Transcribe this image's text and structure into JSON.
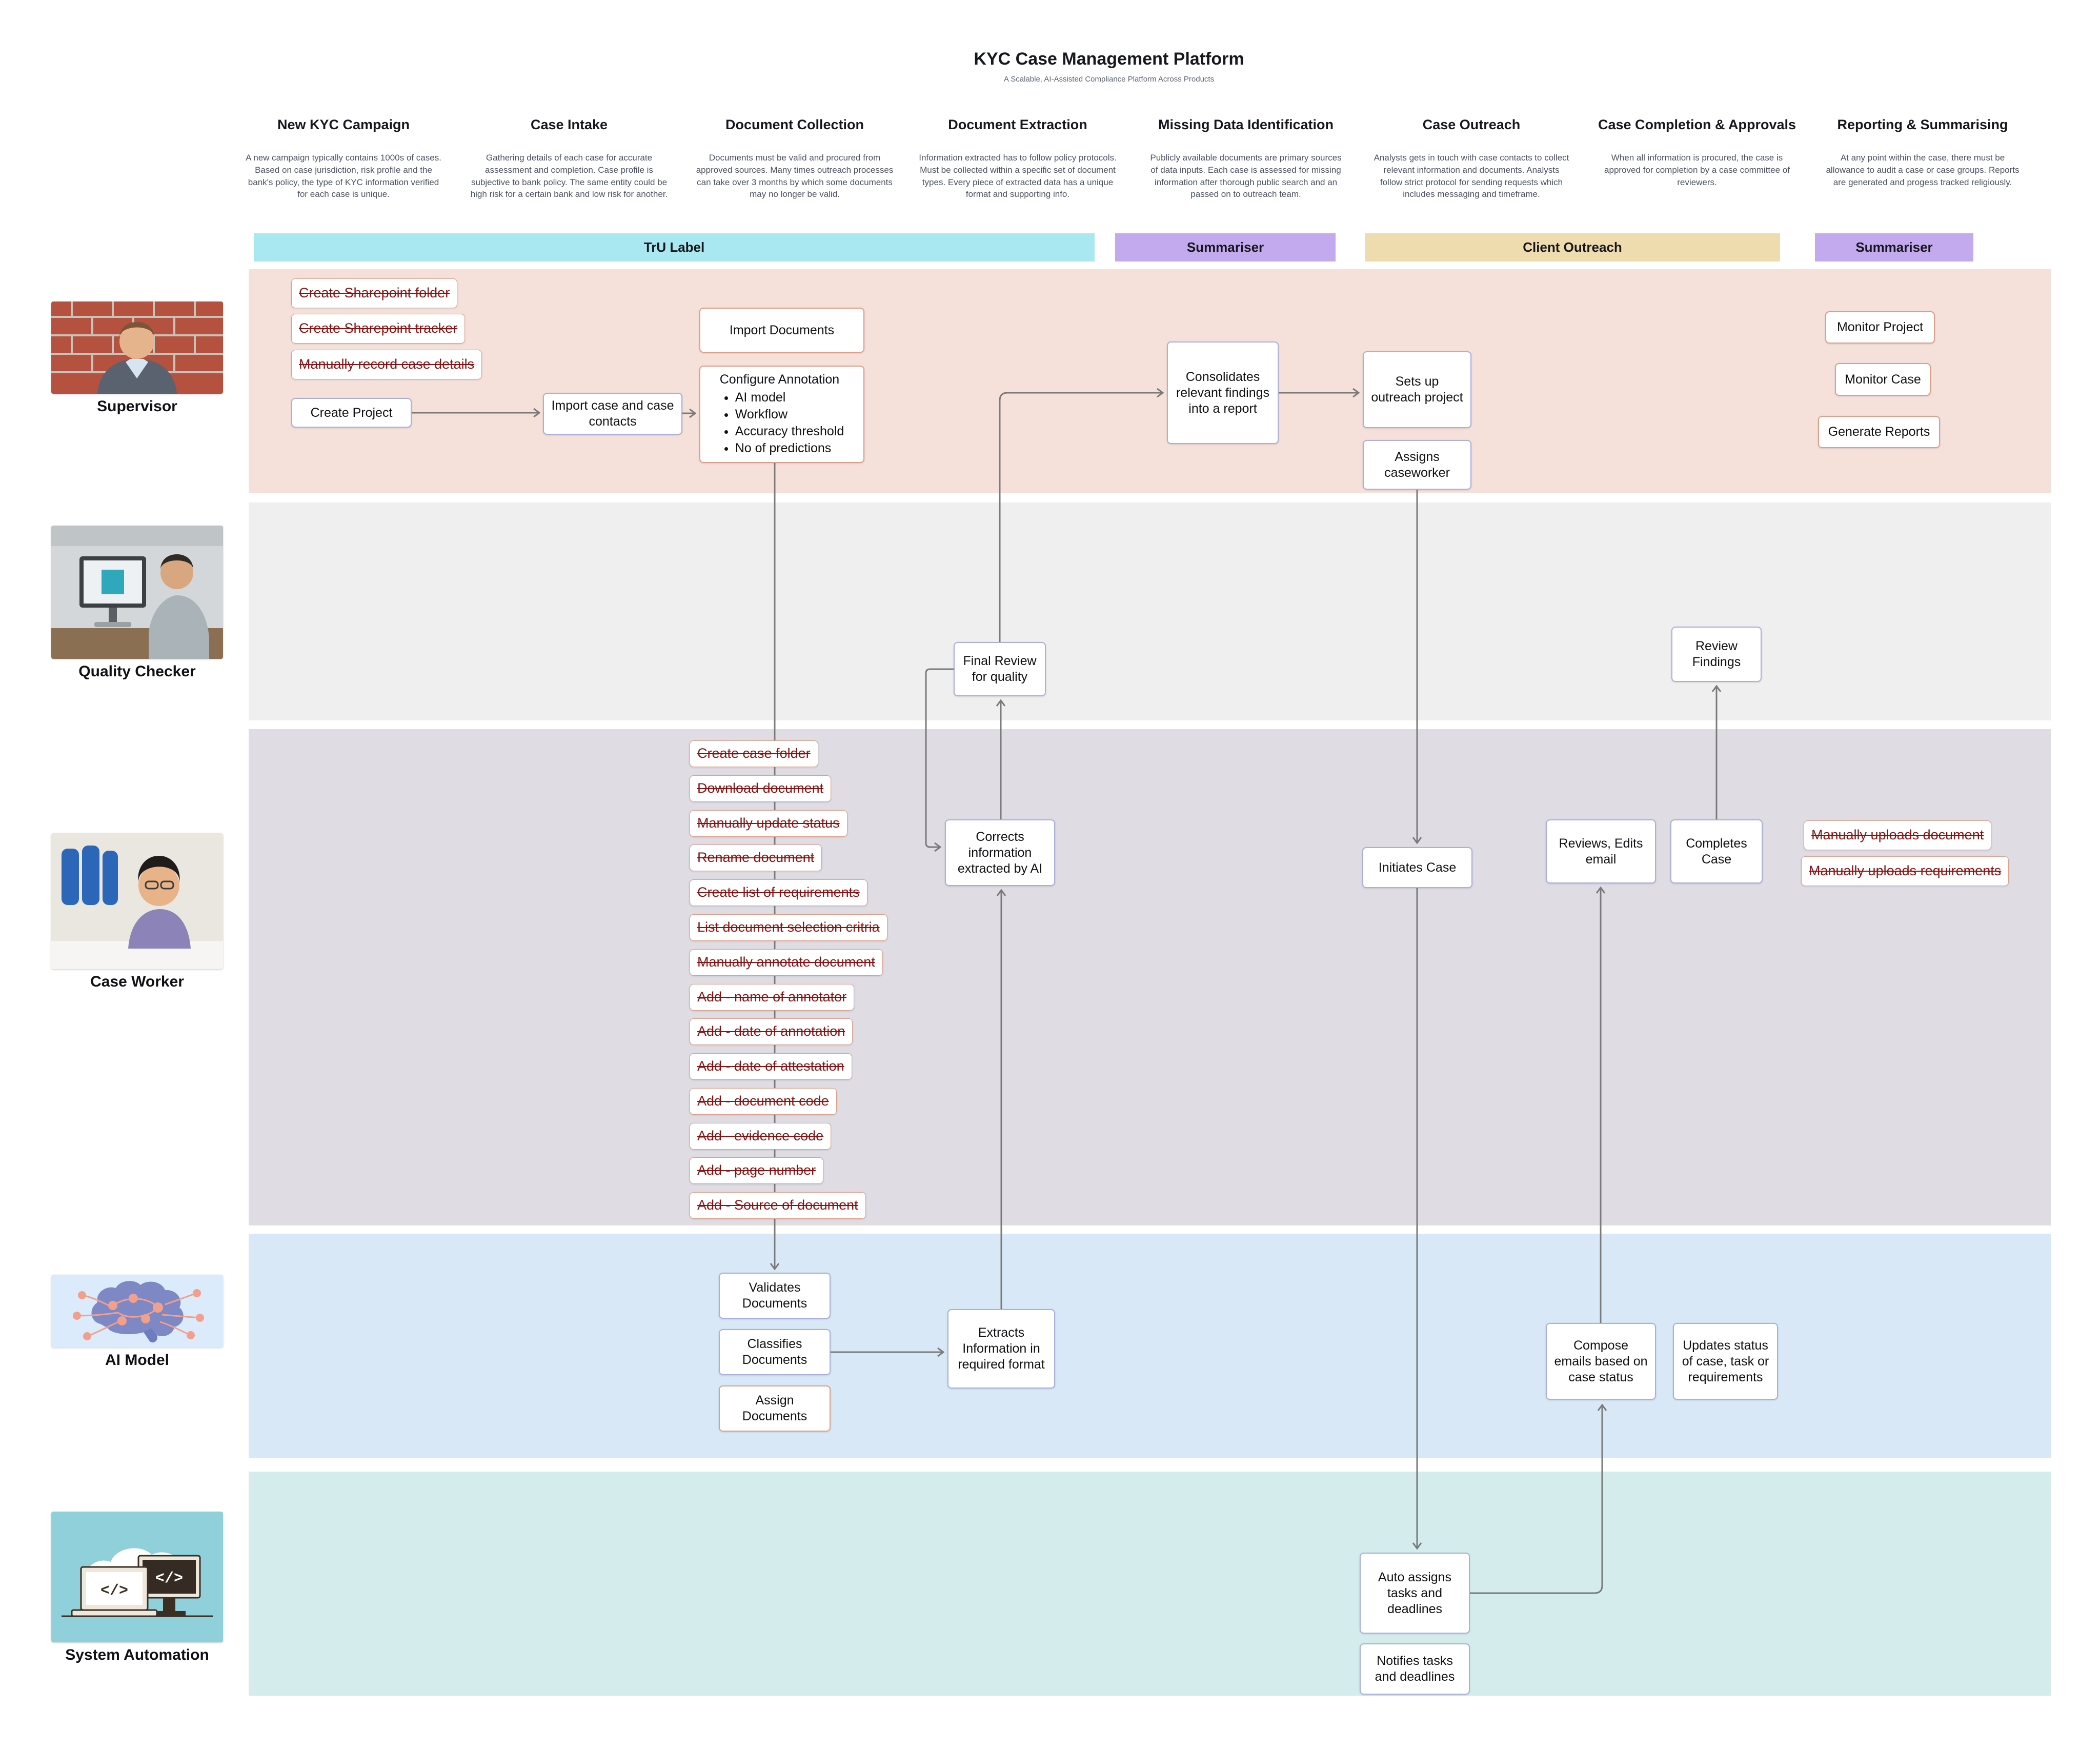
{
  "header": {
    "title": "KYC Case Management Platform",
    "subtitle": "A Scalable, AI-Assisted Compliance Platform Across Products"
  },
  "phases": [
    {
      "name": "New KYC Campaign",
      "description": "A new campaign typically contains 1000s of cases. Based on case jurisdiction, risk profile and the bank's policy, the type of KYC information verified for each case is unique."
    },
    {
      "name": "Case Intake",
      "description": "Gathering details of each case for accurate assessment and completion. Case profile is subjective to bank policy. The same entity could be high risk for a certain bank and low risk for another."
    },
    {
      "name": "Document Collection",
      "description": "Documents must be valid and procured from approved sources. Many times outreach processes can take over 3 months by which some documents may no longer be valid."
    },
    {
      "name": "Document Extraction",
      "description": "Information extracted has to follow policy protocols. Must be collected within a specific set of document types. Every piece of extracted data has a unique format and supporting info."
    },
    {
      "name": "Missing Data Identification",
      "description": "Publicly available documents are primary sources of data inputs. Each case is assessed for missing information after thorough public search and an passed on to outreach team."
    },
    {
      "name": "Case Outreach",
      "description": "Analysts gets in touch with case contacts to collect relevant information and documents. Analysts follow strict protocol for sending requests which includes messaging and timeframe."
    },
    {
      "name": "Case Completion & Approvals",
      "description": "When all information is procured, the case is approved for completion by a case committee of reviewers."
    },
    {
      "name": "Reporting & Summarising",
      "description": "At any point within the case, there must be allowance to audit a case or case groups. Reports are generated and progess tracked religiously."
    }
  ],
  "bands": [
    {
      "label": "TrU Label",
      "color": "#a9e8f0"
    },
    {
      "label": "Summariser",
      "color": "#c3a9ee"
    },
    {
      "label": "Client Outreach",
      "color": "#eedcae"
    },
    {
      "label": "Summariser",
      "color": "#c3a9ee"
    }
  ],
  "roles": [
    {
      "id": "supervisor",
      "label": "Supervisor",
      "icon": "supervisor-photo",
      "color": "#f6e1da"
    },
    {
      "id": "quality-checker",
      "label": "Quality Checker",
      "icon": "quality-checker-photo",
      "color": "#efeff0"
    },
    {
      "id": "case-worker",
      "label": "Case Worker",
      "icon": "case-worker-photo",
      "color": "#dfdce3"
    },
    {
      "id": "ai-model",
      "label": "AI Model",
      "icon": "ai-model-photo",
      "color": "#d9e8f6"
    },
    {
      "id": "system-automation",
      "label": "System Automation",
      "icon": "system-automation-photo",
      "color": "#d5ecec"
    }
  ],
  "nodes": [
    {
      "id": "create-sharepoint-folder",
      "lane": "supervisor",
      "label": "Create Sharepoint folder",
      "struck": true
    },
    {
      "id": "create-sharepoint-tracker",
      "lane": "supervisor",
      "label": "Create Sharepoint tracker",
      "struck": true
    },
    {
      "id": "manually-record-case-details",
      "lane": "supervisor",
      "label": "Manually record case details",
      "struck": true
    },
    {
      "id": "create-project",
      "lane": "supervisor",
      "label": "Create Project",
      "border": "blue"
    },
    {
      "id": "import-case-and-case-contacts",
      "lane": "supervisor",
      "label": "Import case and case contacts",
      "border": "blue"
    },
    {
      "id": "import-documents",
      "lane": "supervisor",
      "label": "Import Documents",
      "border": "orange"
    },
    {
      "id": "configure-annotation",
      "lane": "supervisor",
      "label": "Configure Annotation",
      "bullets": [
        "AI model",
        "Workflow",
        "Accuracy threshold",
        "No of predictions"
      ],
      "border": "orange"
    },
    {
      "id": "consolidates-findings",
      "lane": "supervisor",
      "label": "Consolidates relevant findings into a report",
      "border": "blue"
    },
    {
      "id": "sets-up-outreach-project",
      "lane": "supervisor",
      "label": "Sets up outreach project",
      "border": "blue"
    },
    {
      "id": "assigns-caseworker",
      "lane": "supervisor",
      "label": "Assigns caseworker",
      "border": "blue"
    },
    {
      "id": "monitor-project",
      "lane": "supervisor",
      "label": "Monitor Project",
      "border": "orange"
    },
    {
      "id": "monitor-case",
      "lane": "supervisor",
      "label": "Monitor Case",
      "border": "orange"
    },
    {
      "id": "generate-reports",
      "lane": "supervisor",
      "label": "Generate Reports",
      "border": "orange"
    },
    {
      "id": "final-review",
      "lane": "quality-checker",
      "label": "Final Review for quality",
      "border": "blue"
    },
    {
      "id": "review-findings",
      "lane": "quality-checker",
      "label": "Review Findings",
      "border": "blue"
    },
    {
      "id": "create-case-folder",
      "lane": "case-worker",
      "label": "Create case folder",
      "struck": true
    },
    {
      "id": "download-document",
      "lane": "case-worker",
      "label": "Download document",
      "struck": true
    },
    {
      "id": "manually-update-status",
      "lane": "case-worker",
      "label": "Manually update status",
      "struck": true
    },
    {
      "id": "rename-document",
      "lane": "case-worker",
      "label": "Rename document",
      "struck": true
    },
    {
      "id": "create-list-of-requirements",
      "lane": "case-worker",
      "label": "Create list of requirements",
      "struck": true
    },
    {
      "id": "list-document-selection-critria",
      "lane": "case-worker",
      "label": "List document selection critria",
      "struck": true
    },
    {
      "id": "manually-annotate-document",
      "lane": "case-worker",
      "label": "Manually annotate document",
      "struck": true
    },
    {
      "id": "add-name-of-annotator",
      "lane": "case-worker",
      "label": "Add - name of annotator",
      "struck": true
    },
    {
      "id": "add-date-of-annotation",
      "lane": "case-worker",
      "label": "Add - date of annotation",
      "struck": true
    },
    {
      "id": "add-date-of-attestation",
      "lane": "case-worker",
      "label": "Add - date of attestation",
      "struck": true
    },
    {
      "id": "add-document-code",
      "lane": "case-worker",
      "label": "Add - document code",
      "struck": true
    },
    {
      "id": "add-evidence-code",
      "lane": "case-worker",
      "label": "Add - evidence code",
      "struck": true
    },
    {
      "id": "add-page-number",
      "lane": "case-worker",
      "label": "Add - page number",
      "struck": true
    },
    {
      "id": "add-source-of-document",
      "lane": "case-worker",
      "label": "Add - Source of document",
      "struck": true
    },
    {
      "id": "corrects-information",
      "lane": "case-worker",
      "label": "Corrects information extracted by AI",
      "border": "blue"
    },
    {
      "id": "initiates-case",
      "lane": "case-worker",
      "label": "Initiates Case",
      "border": "blue"
    },
    {
      "id": "reviews-edits-email",
      "lane": "case-worker",
      "label": "Reviews, Edits email",
      "border": "blue"
    },
    {
      "id": "completes-case",
      "lane": "case-worker",
      "label": "Completes Case",
      "border": "blue"
    },
    {
      "id": "manually-uploads-document",
      "lane": "case-worker",
      "label": "Manually uploads document",
      "struck": true
    },
    {
      "id": "manually-uploads-requirements",
      "lane": "case-worker",
      "label": "Manually uploads requirements",
      "struck": true
    },
    {
      "id": "validates-documents",
      "lane": "ai-model",
      "label": "Validates Documents",
      "border": "blue"
    },
    {
      "id": "classifies-documents",
      "lane": "ai-model",
      "label": "Classifies Documents",
      "border": "blue"
    },
    {
      "id": "assign-documents",
      "lane": "ai-model",
      "label": "Assign Documents",
      "border": "orange"
    },
    {
      "id": "extracts-information",
      "lane": "ai-model",
      "label": "Extracts Information in required format",
      "border": "blue"
    },
    {
      "id": "compose-emails",
      "lane": "ai-model",
      "label": "Compose emails based on case status",
      "border": "blue"
    },
    {
      "id": "updates-status",
      "lane": "ai-model",
      "label": "Updates status of case, task or requirements",
      "border": "blue"
    },
    {
      "id": "auto-assigns-tasks",
      "lane": "system-automation",
      "label": "Auto assigns tasks and deadlines",
      "border": "blue"
    },
    {
      "id": "notifies-tasks",
      "lane": "system-automation",
      "label": "Notifies tasks and deadlines",
      "border": "blue"
    }
  ],
  "colors": {
    "struck_text": "#8a1212",
    "connector": "#7a7a7a",
    "border_blue": "#a9b0dd",
    "border_orange": "#dca08a"
  }
}
